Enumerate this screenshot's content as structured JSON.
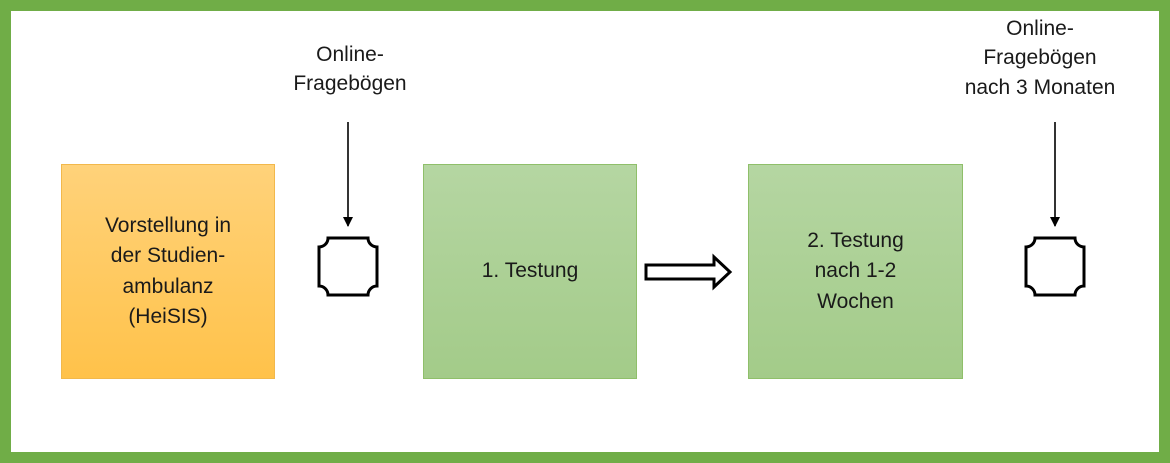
{
  "steps": {
    "intake": "Vorstellung in\nder Studien-\nambulanz\n(HeiSIS)",
    "test1": "1. Testung",
    "test2": "2. Testung\nnach 1-2\nWochen"
  },
  "questionnaires": {
    "first": "Online-\nFragebögen",
    "followup": "Online-\nFragebögen\nnach 3 Monaten"
  },
  "colors": {
    "frame": "#70ad47",
    "intake_fill": "#ffc24a",
    "test_fill": "#a9d08e"
  }
}
